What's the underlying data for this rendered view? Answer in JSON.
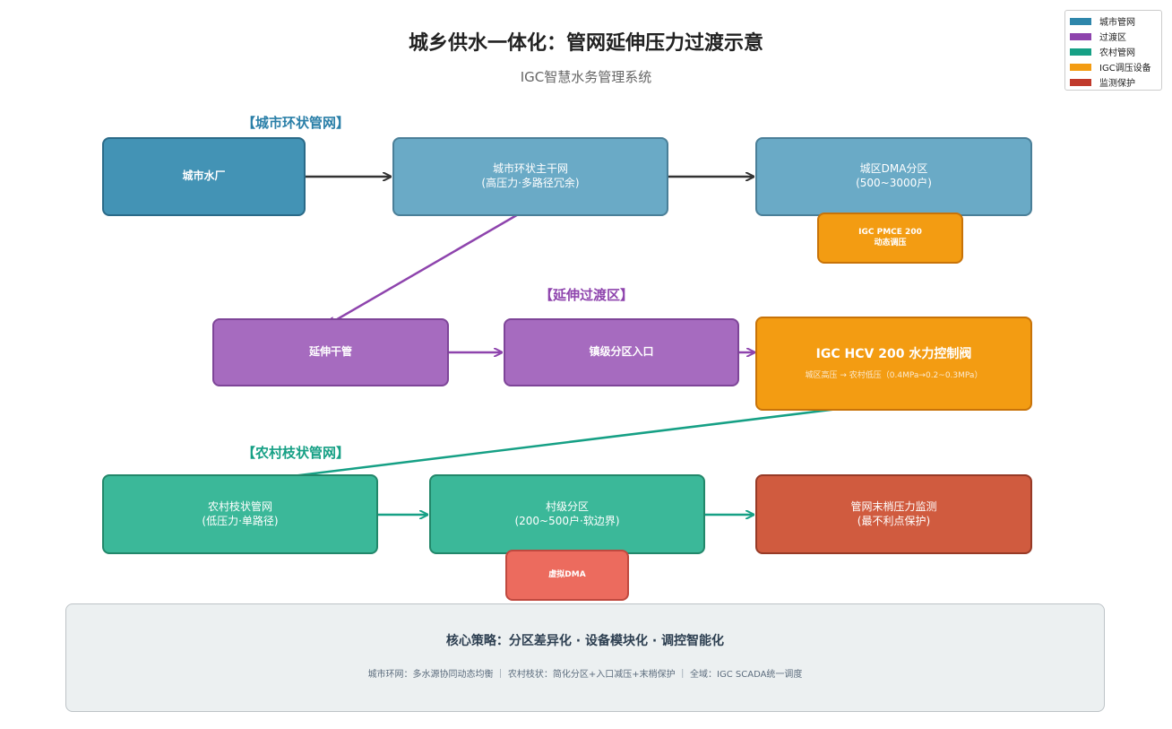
{
  "title": "城乡供水一体化：管网延伸压力过渡示意",
  "subtitle": "IGC智慧水务管理系统",
  "sections": {
    "city": "【城市环状管网】",
    "transition": "【延伸过渡区】",
    "rural": "【农村枝状管网】"
  },
  "nodes": {
    "city_plant": "城市水厂",
    "city_ring_main": "城市环状主干网\n(高压力·多路径冗余)",
    "city_dma": "城区DMA分区\n(500~3000户)",
    "igc_pmce": "IGC PMCE 200\n动态调压",
    "extension_main": "延伸干管",
    "town_zone_inlet": "镇级分区入口",
    "igc_hcv": "IGC HCV 200 水力控制阀",
    "igc_hcv_desc": "城区高压 → 农村低压（0.4MPa→0.2~0.3MPa）",
    "rural_branch": "农村枝状管网\n(低压力·单路径)",
    "village_zone": "村级分区\n(200~500户·软边界)",
    "end_monitor": "管网末梢压力监测\n(最不利点保护)",
    "virtual_dma": "虚拟DMA"
  },
  "strategy": {
    "title": "核心策略：分区差异化 · 设备模块化 · 调控智能化",
    "detail": "城市环网：多水源协同动态均衡 ｜ 农村枝状：简化分区+入口减压+末梢保护 ｜ 全域：IGC SCADA统一调度"
  },
  "legend": [
    {
      "label": "城市管网",
      "color": "#2e86ab"
    },
    {
      "label": "过渡区",
      "color": "#8e44ad"
    },
    {
      "label": "农村管网",
      "color": "#16a085"
    },
    {
      "label": "IGC调压设备",
      "color": "#f39c12"
    },
    {
      "label": "监测保护",
      "color": "#c0392b"
    }
  ],
  "colors": {
    "city_arrow": "#333333",
    "transition_arrow": "#8e44ad",
    "rural_arrow": "#16a085"
  }
}
